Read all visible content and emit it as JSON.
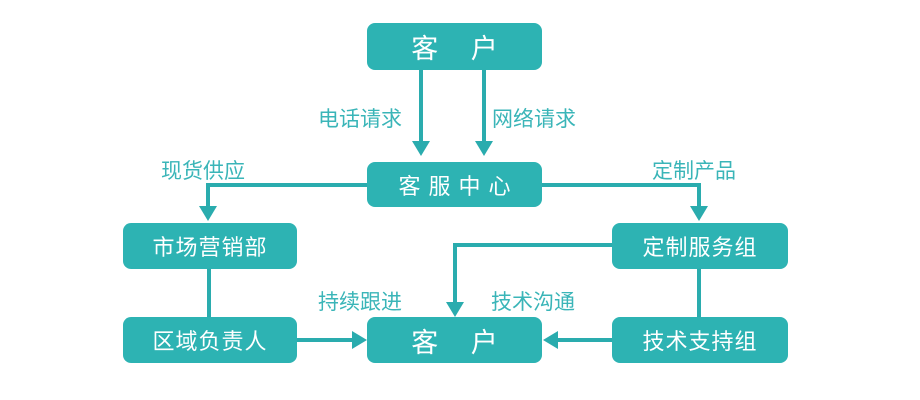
{
  "diagram_title": "customer-service-flow",
  "colors": {
    "box_fill": "#2db3b3",
    "line": "#2aacae",
    "edge_label": "#3ab5b8",
    "box_text": "#ffffff",
    "background": "#ffffff"
  },
  "nodes": {
    "customer_top": "客 户",
    "service_center": "客服中心",
    "marketing_dept": "市场营销部",
    "regional_manager": "区域负责人",
    "custom_service_group": "定制服务组",
    "tech_support_group": "技术支持组",
    "customer_bottom": "客 户"
  },
  "edge_labels": {
    "phone_request": "电话请求",
    "web_request": "网络请求",
    "spot_supply": "现货供应",
    "custom_product": "定制产品",
    "continuous_followup": "持续跟进",
    "tech_communication": "技术沟通"
  },
  "connections": [
    {
      "from": "客 户",
      "to": "客服中心",
      "label": "电话请求",
      "arrow": "down"
    },
    {
      "from": "客 户",
      "to": "客服中心",
      "label": "网络请求",
      "arrow": "down"
    },
    {
      "from": "客服中心",
      "to": "市场营销部",
      "label": "现货供应",
      "arrow": "down"
    },
    {
      "from": "客服中心",
      "to": "定制服务组",
      "label": "定制产品",
      "arrow": "down"
    },
    {
      "from": "市场营销部",
      "to": "区域负责人",
      "label": "",
      "arrow": "none"
    },
    {
      "from": "区域负责人",
      "to": "客 户",
      "label": "持续跟进",
      "arrow": "right"
    },
    {
      "from": "定制服务组",
      "to": "客 户",
      "label": "",
      "arrow": "down"
    },
    {
      "from": "定制服务组",
      "to": "技术支持组",
      "label": "",
      "arrow": "none"
    },
    {
      "from": "技术支持组",
      "to": "客 户",
      "label": "技术沟通",
      "arrow": "left"
    }
  ]
}
